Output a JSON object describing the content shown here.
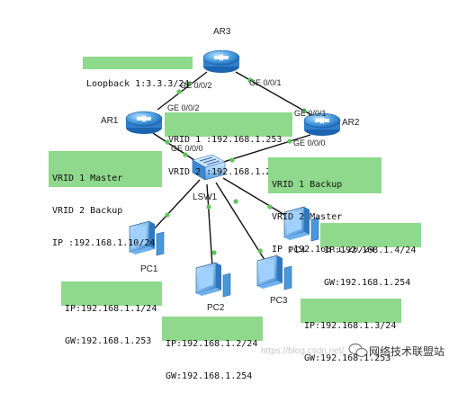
{
  "nodes": {
    "ar3": "AR3",
    "ar1": "AR1",
    "ar2": "AR2",
    "lsw1": "LSW1",
    "pc1": "PC1",
    "pc2": "PC2",
    "pc3": "PC3",
    "pc4": "PC4"
  },
  "ports": {
    "ar3_left": "GE 0/0/2",
    "ar3_right": "GE 0/0/1",
    "ar1_top": "GE 0/0/2",
    "ar1_bottom": "GE 0/0/0",
    "ar2_top": "GE 0/0/1",
    "ar2_bottom": "GE 0/0/0"
  },
  "labels": {
    "ar3_loopback": "Loopback 1:3.3.3/24",
    "vrid_ips": [
      "VRID 1 :192.168.1.253",
      "VRID 2 :192.168.1.254"
    ],
    "ar1_info": [
      "VRID 1 Master",
      "VRID 2 Backup",
      "IP :192.168.1.10/24"
    ],
    "ar2_info": [
      "VRID 1 Backup",
      "VRID 2 Master",
      "IP :192.168.1.20/24"
    ],
    "pc1_info": [
      "IP:192.168.1.1/24",
      "GW:192.168.1.253"
    ],
    "pc2_info": [
      "IP:192.168.1.2/24",
      "GW:192.168.1.254"
    ],
    "pc3_info": [
      "IP:192.168.1.3/24",
      "GW:192.168.1.253"
    ],
    "pc4_info": [
      "IP:192.168.1.4/24",
      "GW:192.168.1.254"
    ]
  },
  "watermark": "https://blog.csdn.net/",
  "brand": "网络技术联盟站",
  "colors": {
    "label_bg": "#8fd98c",
    "link_line": "#111111",
    "port_dot": "#5cc65a",
    "router_blue": "#3a8ed8",
    "pc_blue": "#5aa8e6"
  }
}
